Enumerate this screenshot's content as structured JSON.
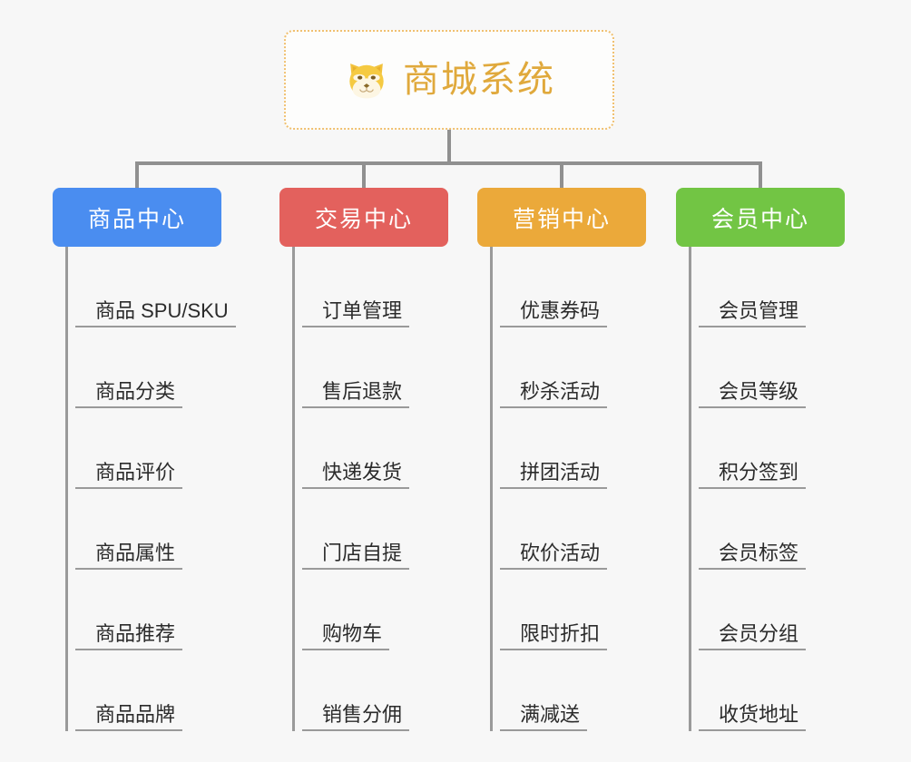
{
  "root": {
    "title": "商城系统",
    "icon": "shiba-dog-emoji",
    "border_color": "#f0c070",
    "text_color": "#e0a93c",
    "background": "#fdfdfc"
  },
  "canvas": {
    "background": "#f7f7f7",
    "connector_color": "#909090"
  },
  "branches": [
    {
      "label": "商品中心",
      "color": "#4a8df0",
      "items": [
        "商品 SPU/SKU",
        "商品分类",
        "商品评价",
        "商品属性",
        "商品推荐",
        "商品品牌"
      ]
    },
    {
      "label": "交易中心",
      "color": "#e3615d",
      "items": [
        "订单管理",
        "售后退款",
        "快递发货",
        "门店自提",
        "购物车",
        "销售分佣"
      ]
    },
    {
      "label": "营销中心",
      "color": "#eba93a",
      "items": [
        "优惠券码",
        "秒杀活动",
        "拼团活动",
        "砍价活动",
        "限时折扣",
        "满减送"
      ]
    },
    {
      "label": "会员中心",
      "color": "#72c544",
      "items": [
        "会员管理",
        "会员等级",
        "积分签到",
        "会员标签",
        "会员分组",
        "收货地址"
      ]
    }
  ]
}
